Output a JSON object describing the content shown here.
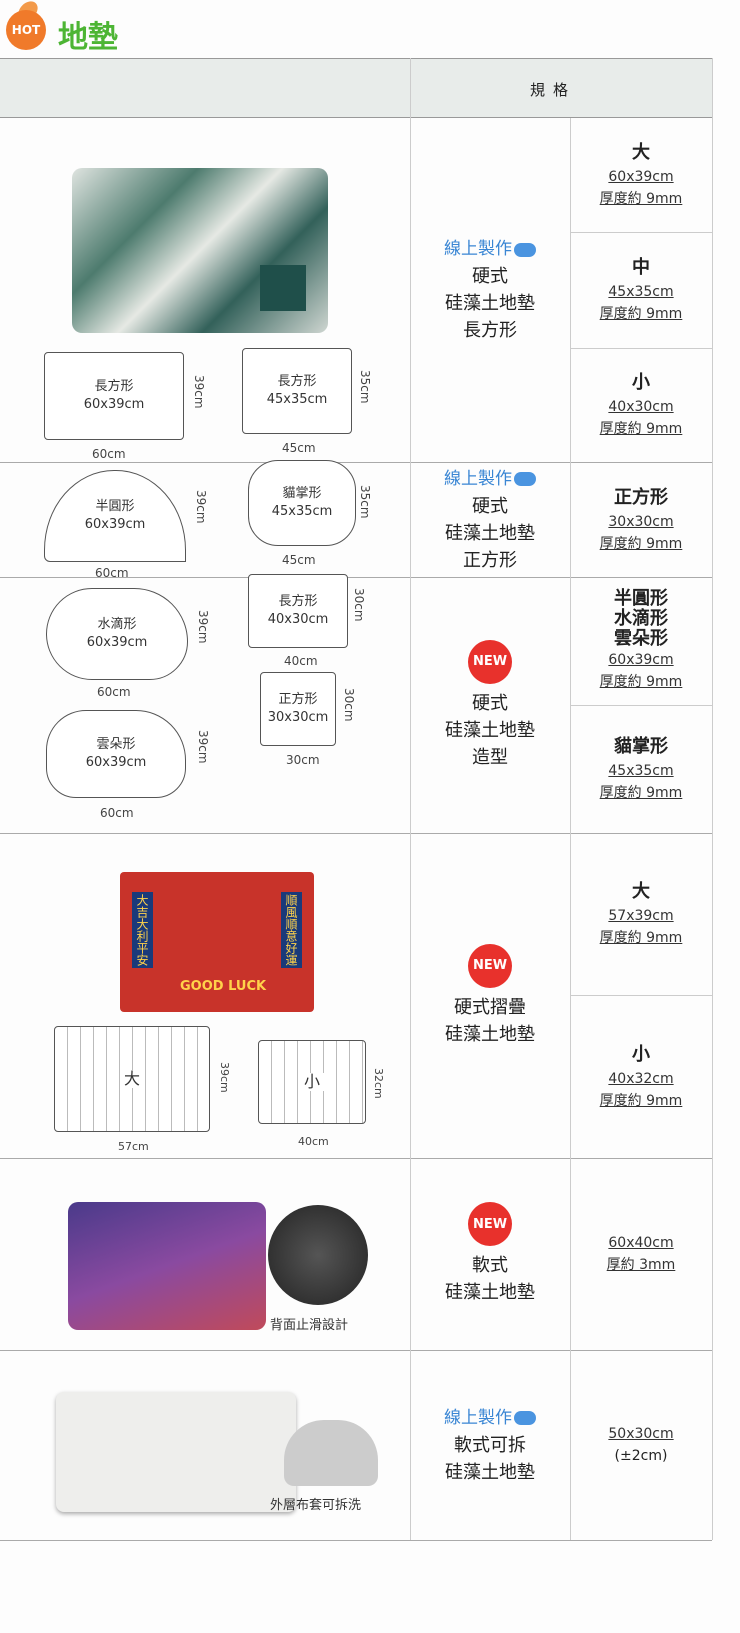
{
  "header": {
    "hot_badge": "HOT",
    "title": "地墊",
    "spec_column": "規格"
  },
  "online_label": "線上製作",
  "new_badge": "NEW",
  "products": [
    {
      "name": [
        "硬式",
        "硅藻土地墊",
        "長方形"
      ],
      "online": true,
      "specs": [
        {
          "size": "大",
          "dim": "60x39cm",
          "thick": "厚度約 9mm"
        },
        {
          "size": "中",
          "dim": "45x35cm",
          "thick": "厚度約 9mm"
        },
        {
          "size": "小",
          "dim": "40x30cm",
          "thick": "厚度約 9mm"
        }
      ]
    },
    {
      "name": [
        "硬式",
        "硅藻土地墊",
        "正方形"
      ],
      "online": true,
      "specs": [
        {
          "size": "正方形",
          "dim": "30x30cm",
          "thick": "厚度約 9mm"
        }
      ]
    },
    {
      "name": [
        "硬式",
        "硅藻土地墊",
        "造型"
      ],
      "new": true,
      "specs": [
        {
          "size": "半圓形 水滴形 雲朵形",
          "sizes": [
            "半圓形",
            "水滴形",
            "雲朵形"
          ],
          "dim": "60x39cm",
          "thick": "厚度約 9mm"
        },
        {
          "size": "貓掌形",
          "dim": "45x35cm",
          "thick": "厚度約 9mm"
        }
      ]
    },
    {
      "name": [
        "硬式摺疊",
        "硅藻土地墊"
      ],
      "new": true,
      "specs": [
        {
          "size": "大",
          "dim": "57x39cm",
          "thick": "厚度約 9mm"
        },
        {
          "size": "小",
          "dim": "40x32cm",
          "thick": "厚度約 9mm"
        }
      ]
    },
    {
      "name": [
        "軟式",
        "硅藻土地墊"
      ],
      "new": true,
      "specs": [
        {
          "dim": "60x40cm",
          "thick": "厚約 3mm"
        }
      ],
      "caption": "背面止滑設計"
    },
    {
      "name": [
        "軟式可拆",
        "硅藻土地墊"
      ],
      "online": true,
      "specs": [
        {
          "dim": "50x30cm",
          "thick": "(±2cm)"
        }
      ],
      "caption": "外層布套可拆洗"
    }
  ],
  "diagrams": {
    "rect_l": {
      "name": "長方形",
      "dim": "60x39cm",
      "w": "60cm",
      "h": "39cm"
    },
    "rect_m": {
      "name": "長方形",
      "dim": "45x35cm",
      "w": "45cm",
      "h": "35cm"
    },
    "half": {
      "name": "半圓形",
      "dim": "60x39cm",
      "w": "60cm",
      "h": "39cm"
    },
    "paw": {
      "name": "貓掌形",
      "dim": "45x35cm",
      "w": "45cm",
      "h": "35cm"
    },
    "drop": {
      "name": "水滴形",
      "dim": "60x39cm",
      "w": "60cm",
      "h": "39cm"
    },
    "rect_s": {
      "name": "長方形",
      "dim": "40x30cm",
      "w": "40cm",
      "h": "30cm"
    },
    "cloud": {
      "name": "雲朵形",
      "dim": "60x39cm",
      "w": "60cm",
      "h": "39cm"
    },
    "square": {
      "name": "正方形",
      "dim": "30x30cm",
      "w": "30cm",
      "h": "30cm"
    },
    "fold_l": {
      "name": "大",
      "w": "57cm",
      "h": "39cm"
    },
    "fold_s": {
      "name": "小",
      "w": "40cm",
      "h": "32cm"
    }
  },
  "mat_art": {
    "left": "大吉大利平安",
    "right": "順風順意好運",
    "banner": "GOOD LUCK"
  }
}
